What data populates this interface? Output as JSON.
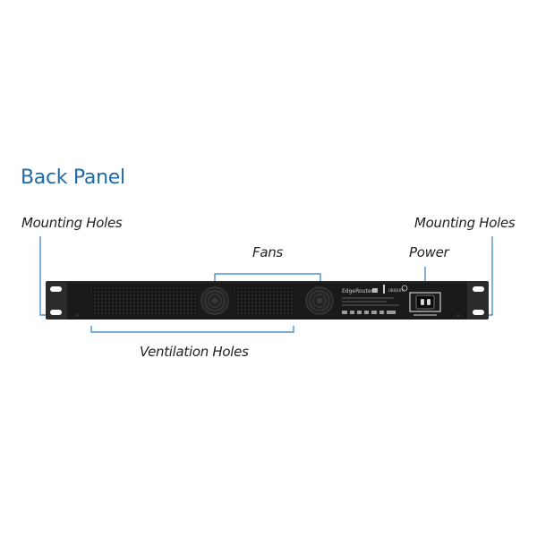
{
  "title": "Back Panel",
  "callouts": {
    "mounting_left": "Mounting Holes",
    "mounting_right": "Mounting Holes",
    "fans": "Fans",
    "power": "Power",
    "ventilation": "Ventilation Holes"
  },
  "label_panel": {
    "model": "EdgeRouter",
    "brand": "UBIQUITI"
  },
  "colors": {
    "title": "#1f6aa8",
    "leader": "#2f7fc1",
    "chassis": "#1a1a1a",
    "bracket": "#2b2b2b"
  }
}
